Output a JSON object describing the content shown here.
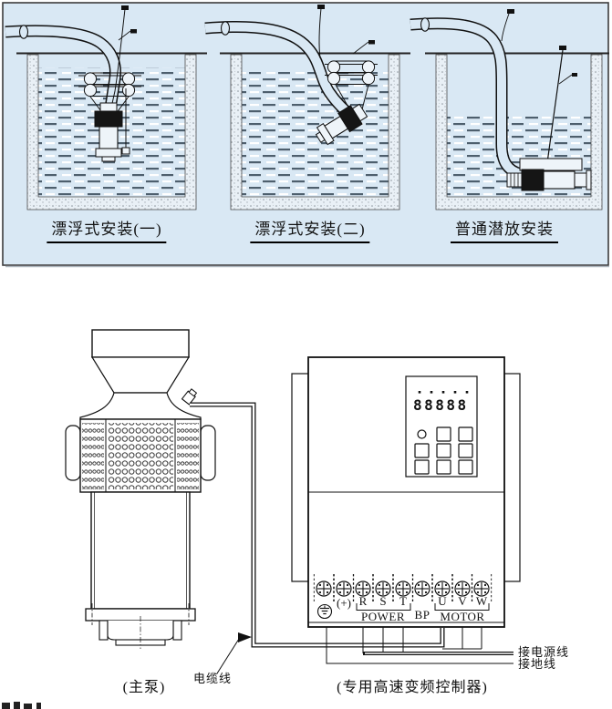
{
  "colors": {
    "panel_background": "#d9e8f4",
    "line": "#111111",
    "water_dash_dark": "#4e5f6d"
  },
  "installation_panel": {
    "captions": [
      {
        "label": "漂浮式安装(一)"
      },
      {
        "label": "漂浮式安装(二)"
      },
      {
        "label": "普通潜放安装"
      }
    ]
  },
  "wiring_section": {
    "pump_caption": "(主泵)",
    "controller_caption": "(专用高速变频控制器)",
    "cable_label": "电缆线",
    "power_wire_label": "接电源线",
    "ground_wire_label": "接地线",
    "controller": {
      "display_value": "88888",
      "terminal_labels": {
        "plus": "(+)",
        "r": "R",
        "s": "S",
        "t": "T",
        "power_group": "POWER",
        "bp": "BP",
        "u": "U",
        "v": "V",
        "w": "W",
        "motor_group": "MOTOR"
      }
    }
  }
}
